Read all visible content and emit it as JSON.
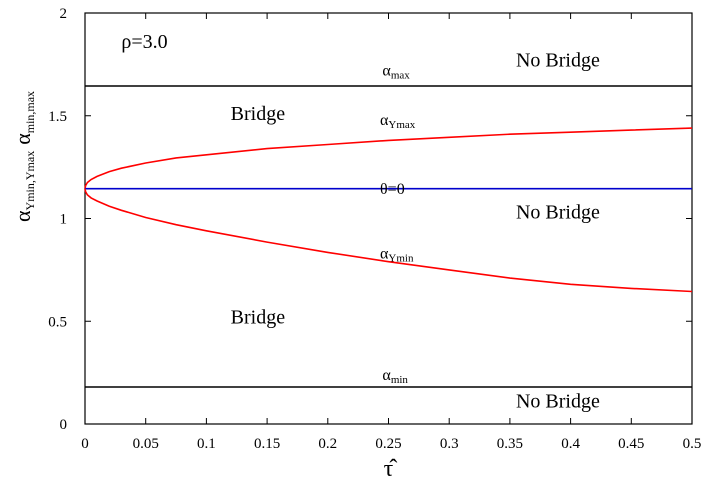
{
  "chart_data": {
    "type": "line",
    "title": "",
    "xlabel": "τ̂",
    "ylabel_main": "α",
    "ylabel_sub_lower": "Ymin,Ymax",
    "ylabel_sub_upper": "min,max",
    "xlim": [
      0,
      0.5
    ],
    "ylim": [
      0,
      2
    ],
    "x_ticks": [
      0,
      0.05,
      0.1,
      0.15,
      0.2,
      0.25,
      0.3,
      0.35,
      0.4,
      0.45,
      0.5
    ],
    "x_tick_labels": [
      "0",
      "0.05",
      "0.1",
      "0.15",
      "0.2",
      "0.25",
      "0.3",
      "0.35",
      "0.4",
      "0.45",
      "0.5"
    ],
    "y_ticks": [
      0,
      0.5,
      1,
      1.5,
      2
    ],
    "y_tick_labels": [
      "0",
      "0.5",
      "1",
      "1.5",
      "2"
    ],
    "grid": false,
    "series": [
      {
        "label_main": "α",
        "label_sub": "max",
        "color": "#000000",
        "x": [
          0,
          0.5
        ],
        "y": [
          1.645,
          1.645
        ]
      },
      {
        "label_main": "α",
        "label_sub": "Ymax",
        "color": "#ff0000",
        "x": [
          0,
          0.0005,
          0.002,
          0.005,
          0.01,
          0.02,
          0.03,
          0.05,
          0.075,
          0.1,
          0.15,
          0.2,
          0.25,
          0.3,
          0.35,
          0.4,
          0.45,
          0.5
        ],
        "y": [
          1.145,
          1.16,
          1.175,
          1.19,
          1.205,
          1.228,
          1.245,
          1.27,
          1.295,
          1.31,
          1.34,
          1.36,
          1.38,
          1.395,
          1.41,
          1.42,
          1.43,
          1.44
        ]
      },
      {
        "label": "θ=0",
        "color": "#0000cc",
        "x": [
          0,
          0.5
        ],
        "y": [
          1.145,
          1.145
        ]
      },
      {
        "label_main": "α",
        "label_sub": "Ymin",
        "color": "#ff0000",
        "x": [
          0,
          0.0005,
          0.002,
          0.005,
          0.01,
          0.02,
          0.03,
          0.05,
          0.075,
          0.1,
          0.15,
          0.2,
          0.25,
          0.3,
          0.35,
          0.4,
          0.45,
          0.5
        ],
        "y": [
          1.145,
          1.13,
          1.115,
          1.1,
          1.085,
          1.06,
          1.04,
          1.005,
          0.97,
          0.94,
          0.885,
          0.835,
          0.79,
          0.75,
          0.71,
          0.68,
          0.66,
          0.645
        ]
      },
      {
        "label_main": "α",
        "label_sub": "min",
        "color": "#000000",
        "x": [
          0,
          0.5
        ],
        "y": [
          0.18,
          0.18
        ]
      }
    ],
    "annotations": [
      {
        "text": "ρ=3.0",
        "x": 0.03,
        "y": 1.83
      },
      {
        "text": "No Bridge",
        "x": 0.355,
        "y": 1.74
      },
      {
        "text": "Bridge",
        "x": 0.12,
        "y": 1.48
      },
      {
        "text": "No Bridge",
        "x": 0.355,
        "y": 1.0
      },
      {
        "text": "Bridge",
        "x": 0.12,
        "y": 0.49
      },
      {
        "text": "No Bridge",
        "x": 0.355,
        "y": 0.08
      }
    ],
    "series_labels": [
      {
        "main": "α",
        "sub": "max",
        "x": 0.245,
        "y": 1.695
      },
      {
        "main": "α",
        "sub": "Ymax",
        "x": 0.243,
        "y": 1.455
      },
      {
        "main": "θ=0",
        "sub": "",
        "x": 0.243,
        "y": 1.12
      },
      {
        "main": "α",
        "sub": "Ymin",
        "x": 0.243,
        "y": 0.805
      },
      {
        "main": "α",
        "sub": "min",
        "x": 0.245,
        "y": 0.215
      }
    ]
  }
}
